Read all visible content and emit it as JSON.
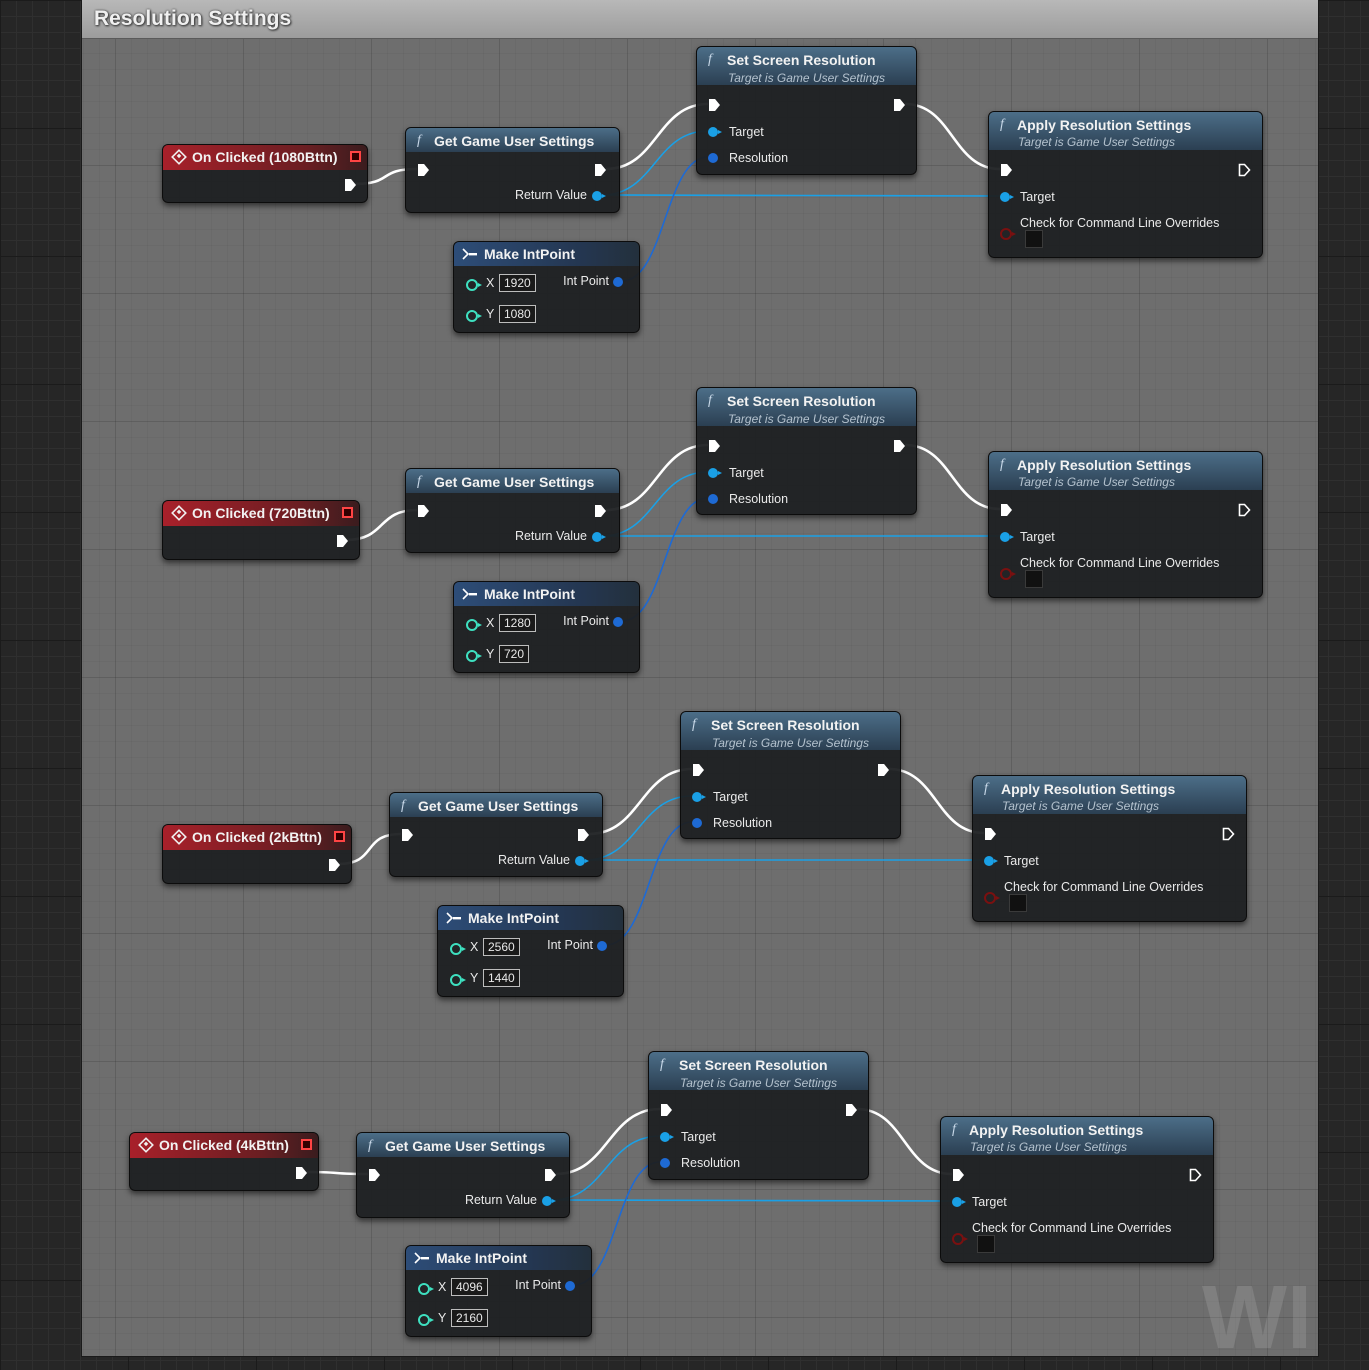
{
  "comment_title": "Resolution Settings",
  "watermark": "WI",
  "labels": {
    "set_screen_resolution": "Set Screen Resolution",
    "apply_resolution_settings": "Apply Resolution Settings",
    "target_subtitle": "Target is Game User Settings",
    "get_game_user_settings": "Get Game User Settings",
    "make_intpoint": "Make IntPoint",
    "target": "Target",
    "resolution": "Resolution",
    "return_value": "Return Value",
    "int_point": "Int Point",
    "check_overrides": "Check for Command Line Overrides",
    "x": "X",
    "y": "Y"
  },
  "groups": [
    {
      "event": "On Clicked (1080Bttn)",
      "x": "1920",
      "y": "1080"
    },
    {
      "event": "On Clicked (720Bttn)",
      "x": "1280",
      "y": "720"
    },
    {
      "event": "On Clicked (2kBttn)",
      "x": "2560",
      "y": "1440"
    },
    {
      "event": "On Clicked (4kBttn)",
      "x": "4096",
      "y": "2160"
    }
  ],
  "colors": {
    "exec_wire": "#ffffff",
    "object_wire": "#1aa0e6",
    "struct_wire": "#1e6ad4",
    "event_header": "#a8202a"
  }
}
